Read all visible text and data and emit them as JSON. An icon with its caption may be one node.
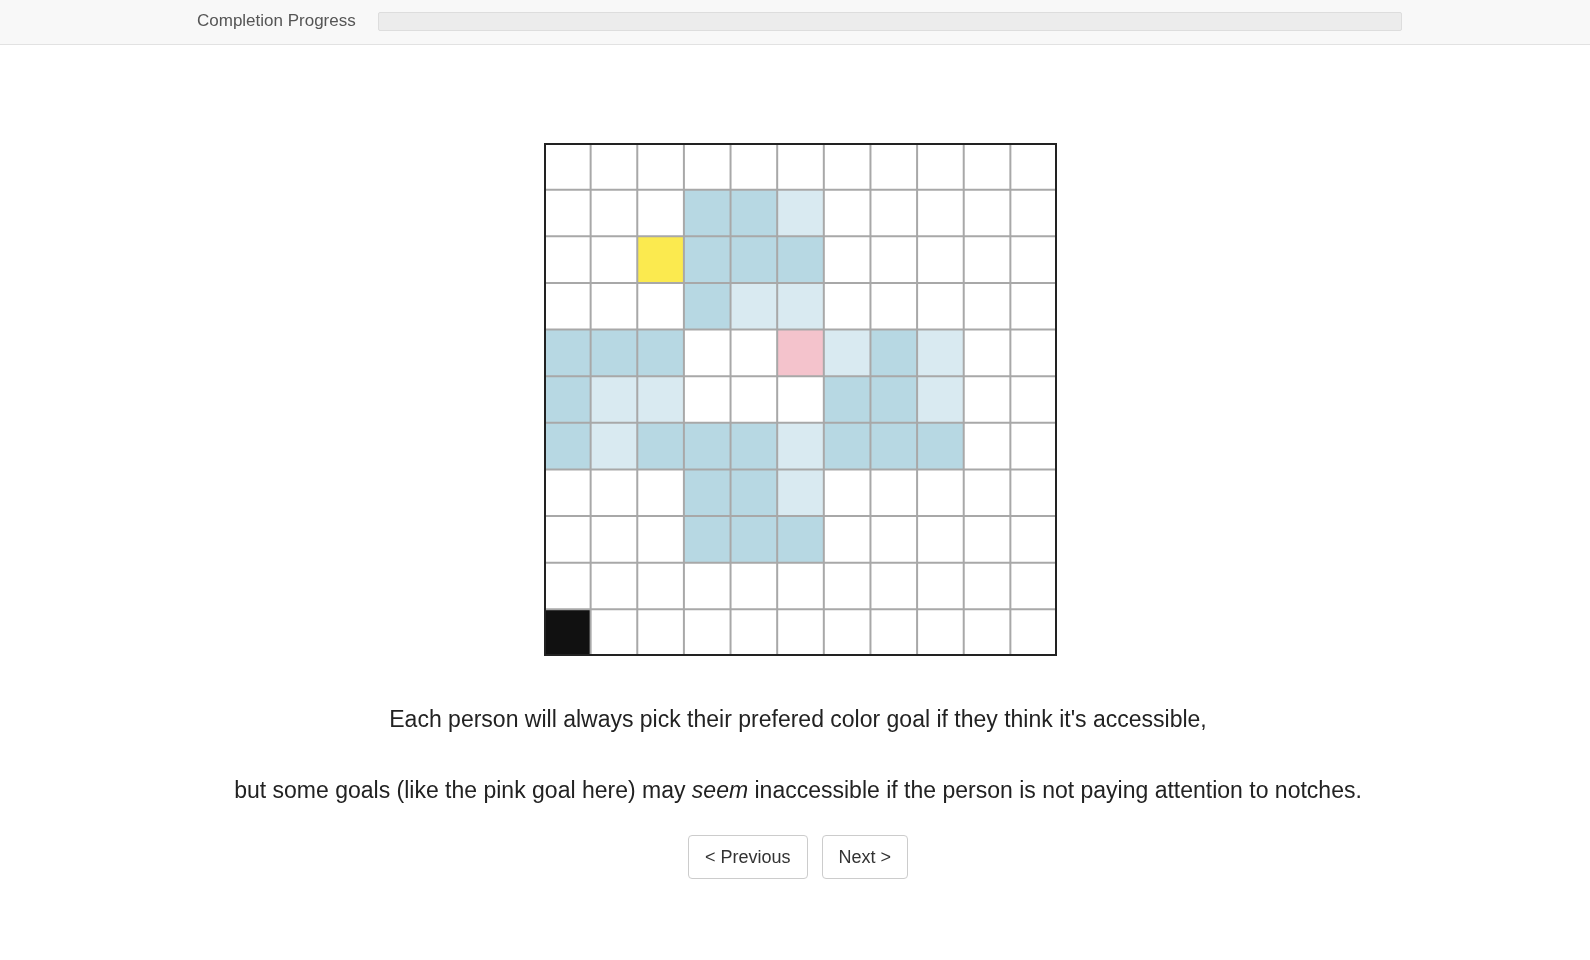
{
  "diagram": {
    "labels": [
      "Completion Progress",
      "Each person will always pick their prefered color goal if they think it's accessible,",
      "but some goals (like the pink goal here) may *seem* inaccessible if the person is not paying attention to notches.",
      "< Previous",
      "Next >"
    ]
  }
}
